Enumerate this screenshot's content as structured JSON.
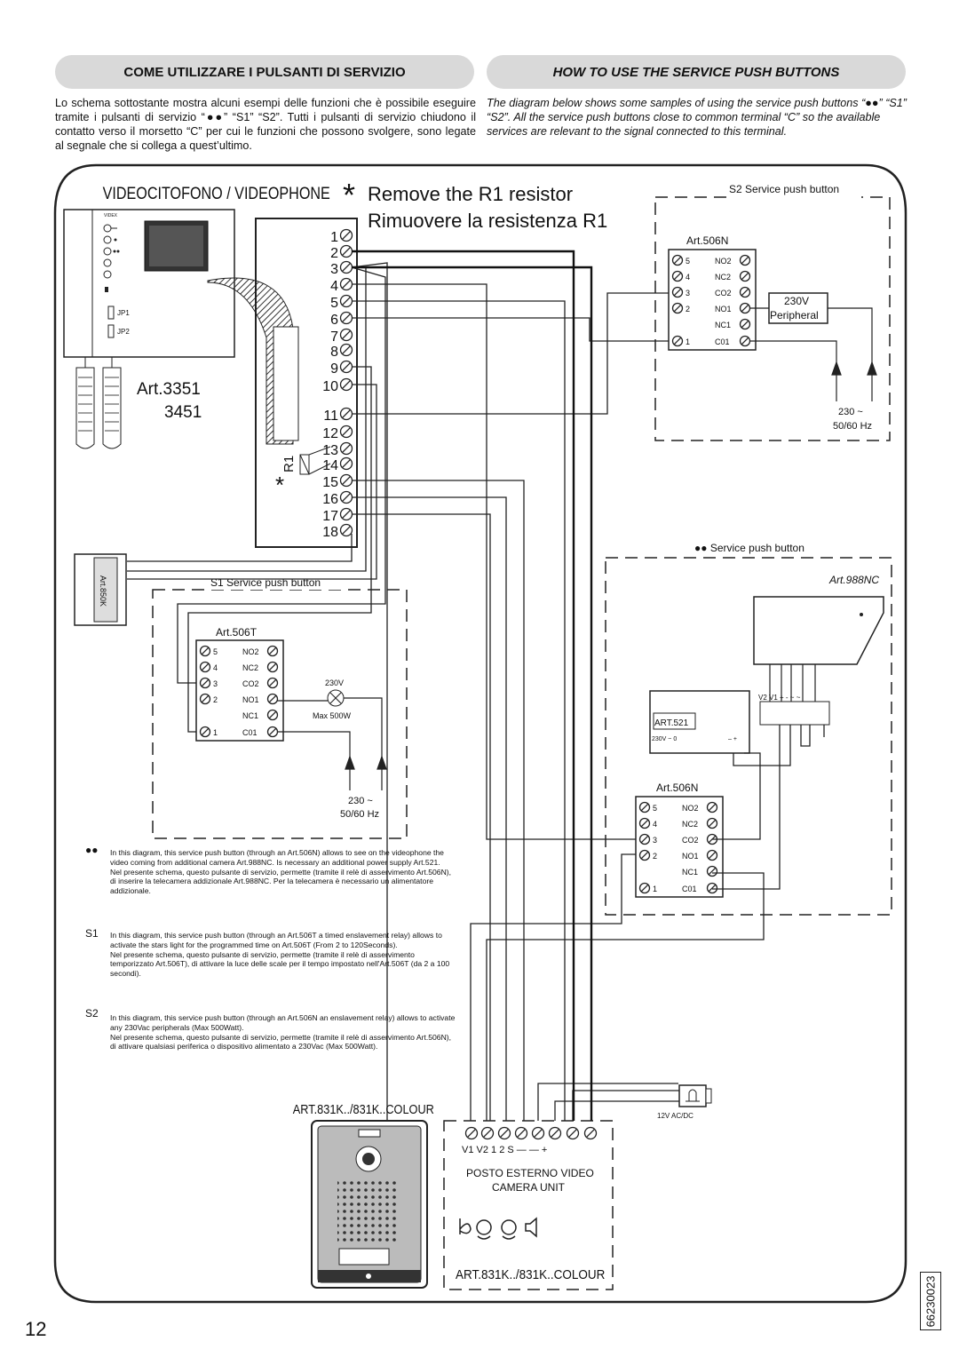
{
  "header": {
    "it_title": "COME UTILIZZARE I PULSANTI DI SERVIZIO",
    "en_title": "HOW TO USE THE SERVICE PUSH BUTTONS"
  },
  "intro": {
    "it": "Lo schema sottostante mostra alcuni esempi delle funzioni che è possibile eseguire tramite i pulsanti di servizio “●●” “S1” “S2”. Tutti i pulsanti di servizio chiudono il contatto verso il morsetto “C” per cui le funzioni che possono svolgere, sono legate al segnale che si collega a quest’ultimo.",
    "en": "The diagram below shows some samples of using the service push buttons “●●” “S1” “S2”. All the service push buttons close to common terminal “C” so the available services are relevant to the signal connected to this terminal."
  },
  "diagram": {
    "videophone_title": "VIDEOCITOFONO / VIDEOPHONE",
    "remove_en": "Remove the R1 resistor",
    "remove_it": "Rimuovere la resistenza R1",
    "asterisk": "*",
    "brand": "VIDEX",
    "jp1": "JP1",
    "jp2": "JP2",
    "model_a": "Art.3351",
    "model_b": "3451",
    "terminals": [
      "1",
      "2",
      "3",
      "4",
      "5",
      "6",
      "7",
      "8",
      "9",
      "10",
      "11",
      "12",
      "13",
      "14",
      "15",
      "16",
      "17",
      "18"
    ],
    "r1_label": "R1",
    "psu_label": "Art.850K",
    "s1_box": "S1  Service push button",
    "s2_box": "S2  Service push button",
    "dd_box": "●● Service push button",
    "art506t": "Art.506T",
    "art506n": "Art.506N",
    "relay_left": [
      "5",
      "4",
      "3",
      "2",
      "1"
    ],
    "relay_right": [
      "NO2",
      "NC2",
      "CO2",
      "NO1",
      "NC1",
      "C01"
    ],
    "lamp_v": "230V",
    "lamp_w": "Max 500W",
    "peripheral_a": "230V",
    "peripheral_b": "Peripheral",
    "mains_a": "230 ~",
    "mains_b": "50/60 Hz",
    "art988nc": "Art.988NC",
    "art521": "ART.521",
    "art521_in": "230V ~ 0",
    "art521_out": "–  +",
    "cam_terms": "V2 V1 +  -  ~ ~",
    "panel_title": "ART.831K../831K..COLOUR",
    "panel_terms": "V1  V2  1   2   S   —   —   +",
    "panel_desc1": "POSTO ESTERNO VIDEO",
    "panel_desc2": "CAMERA UNIT",
    "lock_label": "12V AC/DC"
  },
  "notes": {
    "dd_mark": "●●",
    "dd_text": "In this diagram, this service push button (through an Art.506N) allows to see on the videophone the video coming from additional camera Art.988NC. Is necessary an additional power supply Art.521.\nNel presente schema, questo pulsante di servizio, permette (tramite il relè di asservimento Art.506N), di inserire la telecamera addizionale Art.988NC. Per la telecamera è necessario un alimentatore addizionale.",
    "s1_mark": "S1",
    "s1_text": "In this diagram, this service push button (through an Art.506T a timed enslavement relay) allows to activate the stars light for the programmed time on Art.506T (From 2 to 120Seconds).\nNel presente schema, questo pulsante di servizio, permette (tramite il relè di asservimento temporizzato Art.506T), di attivare la luce delle scale per il tempo impostato nell'Art.506T (da 2 a 100 secondi).",
    "s2_mark": "S2",
    "s2_text": "In this diagram, this service push button (through an Art.506N an enslavement relay) allows to activate any 230Vac peripherals (Max 500Watt).\nNel presente schema, questo pulsante di servizio, permette (tramite il relè di asservimento Art.506N), di attivare qualsiasi periferica o dispositivo alimentato a 230Vac (Max 500Watt)."
  },
  "footer": {
    "page": "12",
    "doc": "66230023"
  }
}
